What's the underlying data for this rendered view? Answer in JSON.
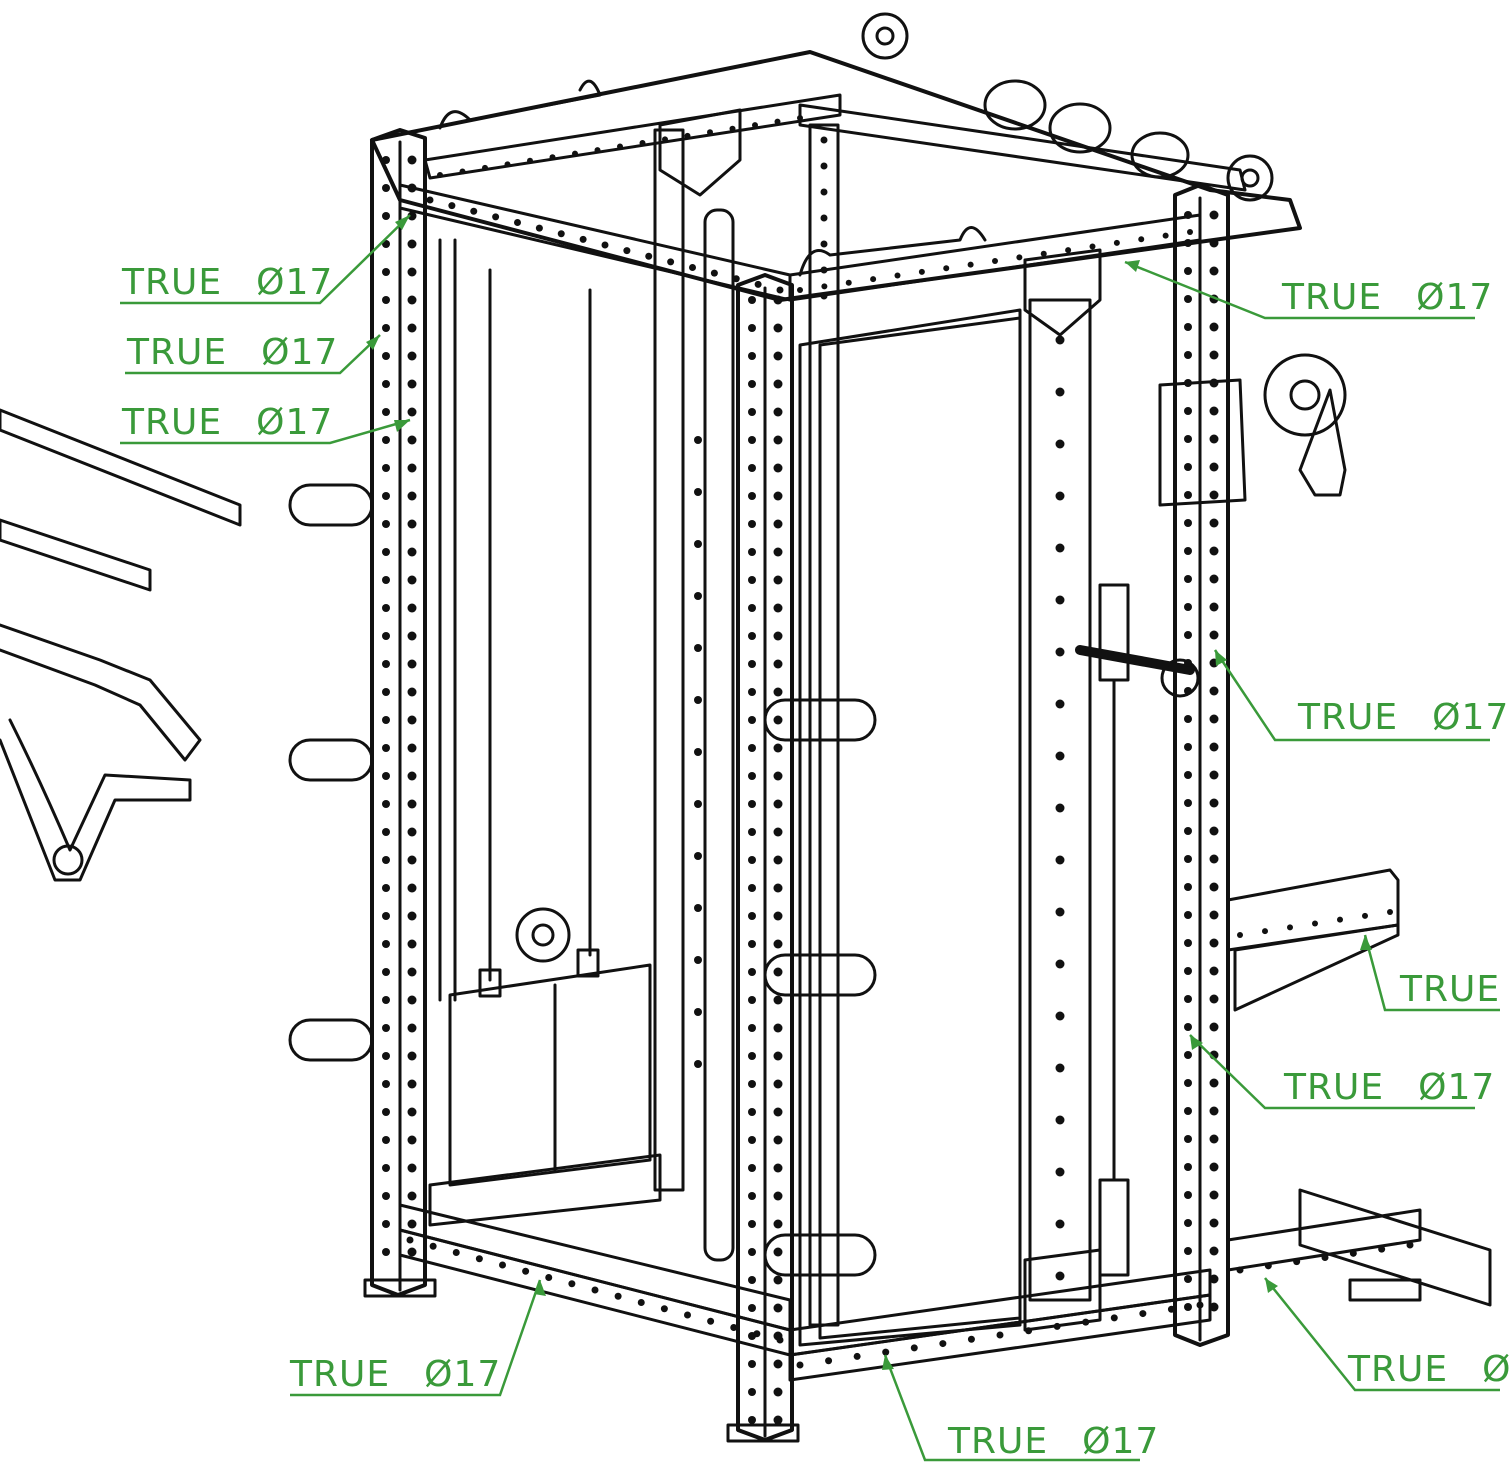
{
  "diagram": {
    "subject": "power rack / functional trainer line drawing",
    "line_color": "#111111",
    "callout_color": "#3a9a3a"
  },
  "callouts": [
    {
      "id": "c1",
      "word": "TRUE",
      "symbol": "Ø",
      "value": "17"
    },
    {
      "id": "c2",
      "word": "TRUE",
      "symbol": "Ø",
      "value": "17"
    },
    {
      "id": "c3",
      "word": "TRUE",
      "symbol": "Ø",
      "value": "17"
    },
    {
      "id": "c4",
      "word": "TRUE",
      "symbol": "Ø",
      "value": "17"
    },
    {
      "id": "c5",
      "word": "TRUE",
      "symbol": "Ø",
      "value": "17"
    },
    {
      "id": "c6",
      "word": "TRUE",
      "symbol": "",
      "value": ""
    },
    {
      "id": "c7",
      "word": "TRUE",
      "symbol": "Ø",
      "value": "17"
    },
    {
      "id": "c8",
      "word": "TRUE",
      "symbol": "Ø",
      "value": "17"
    },
    {
      "id": "c9",
      "word": "TRUE",
      "symbol": "Ø",
      "value": "17"
    },
    {
      "id": "c10",
      "word": "TRUE",
      "symbol": "Ø",
      "value": ""
    }
  ]
}
